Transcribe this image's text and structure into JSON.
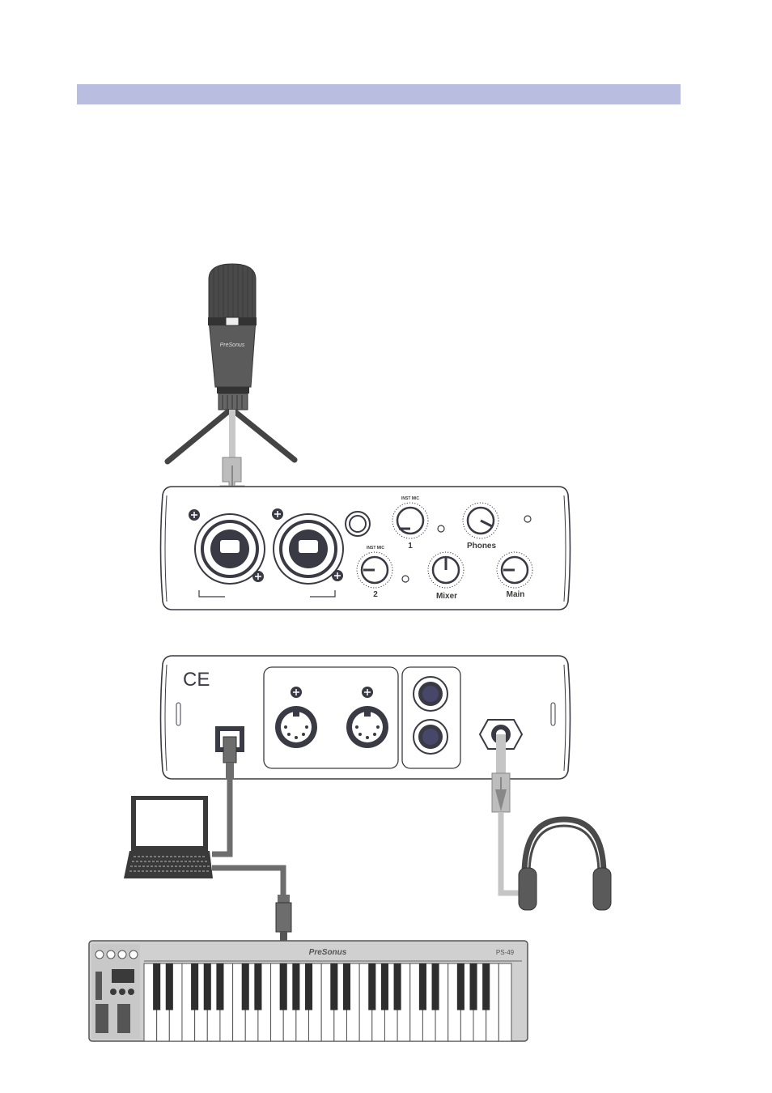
{
  "header": {
    "color": "#b9bde0"
  },
  "front_panel": {
    "knob_labels": {
      "input1": "1",
      "input2": "2",
      "phones": "Phones",
      "mixer": "Mixer",
      "main": "Main"
    },
    "inst_mic_label": "INST MIC"
  },
  "rear_panel": {
    "ce_mark": "CE"
  },
  "keyboard": {
    "brand": "PreSonus",
    "model": "PS-49"
  },
  "microphone": {
    "brand": "PreSonus"
  },
  "colors": {
    "outline": "#3a3a44",
    "cable_dark": "#6d6d6d",
    "cable_light": "#bdbdbd",
    "device_gray": "#5a5a5a"
  }
}
